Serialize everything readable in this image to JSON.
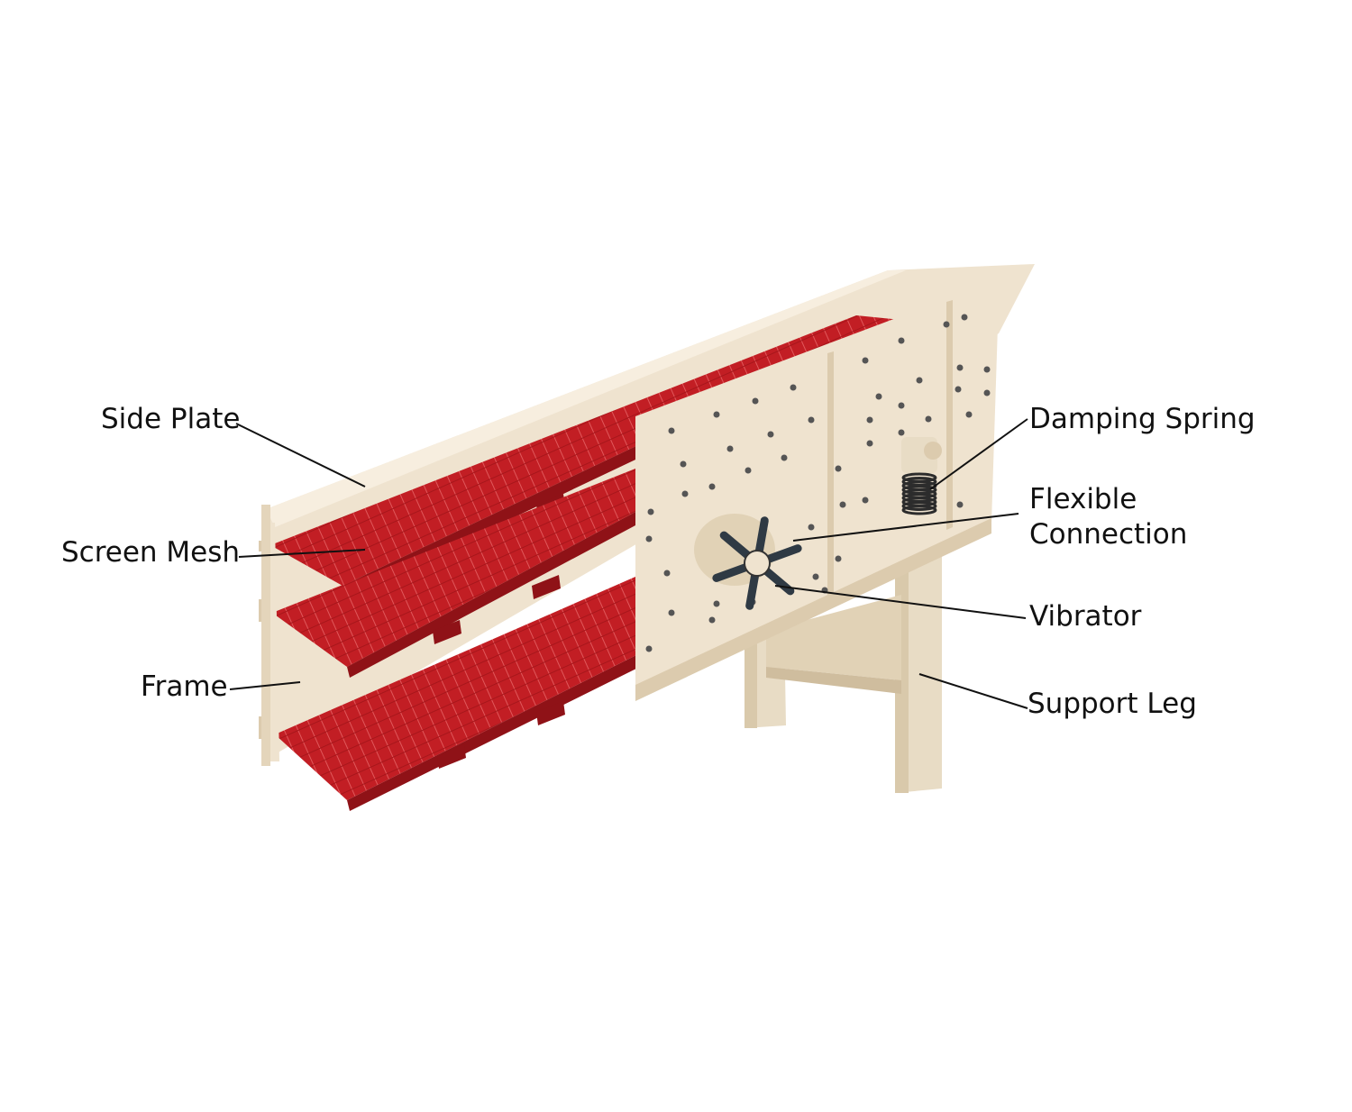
{
  "labels": {
    "side_plate": "Side Plate",
    "screen_mesh": "Screen Mesh",
    "frame": "Frame",
    "damping_spring": "Damping Spring",
    "flexible_connection_line1": "Flexible",
    "flexible_connection_line2": "Connection",
    "vibrator": "Vibrator",
    "support_leg": "Support Leg"
  },
  "colors": {
    "body": "#efe3cf",
    "body_shade": "#dccbae",
    "mesh": "#c21e24",
    "mesh_dark": "#8f1217",
    "mesh_grid": "#e0585b",
    "bolt": "#555555",
    "spring": "#2c2c2c",
    "leader": "#111111"
  }
}
